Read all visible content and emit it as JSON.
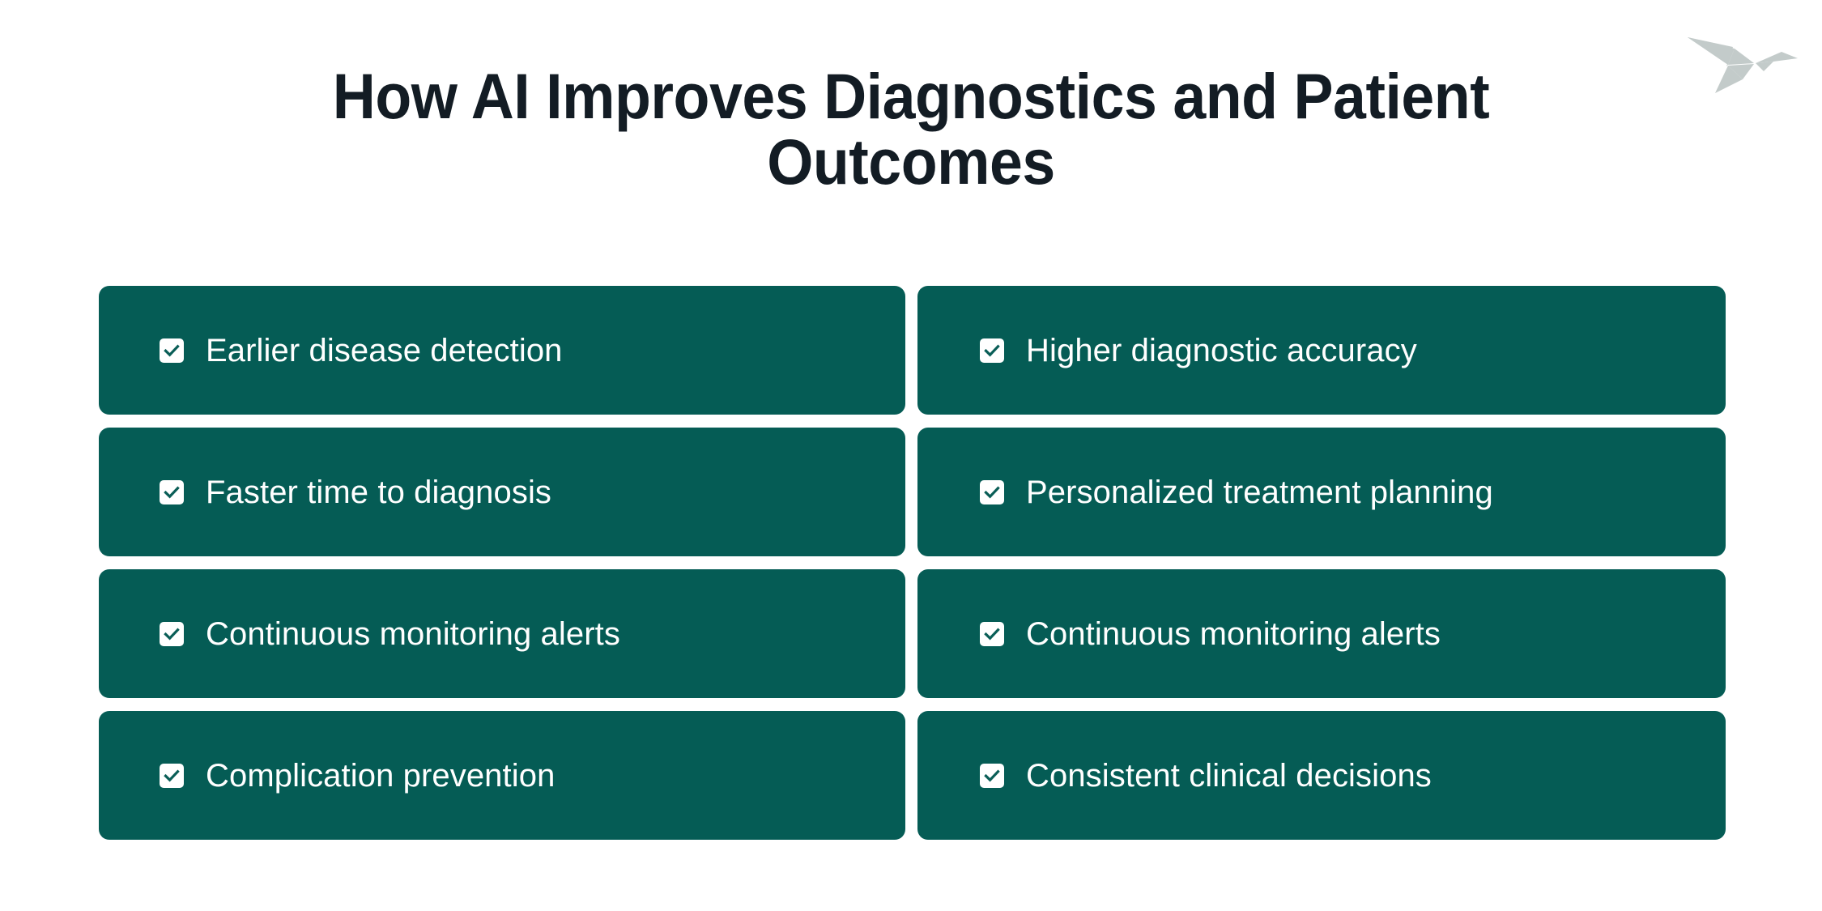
{
  "page": {
    "background_color": "#ffffff",
    "title": "How AI Improves Diagnostics and Patient\nOutcomes",
    "title_color": "#131c24"
  },
  "logo": {
    "name": "origami-bird-logo",
    "color": "#c3cbca"
  },
  "colors": {
    "card_background": "#055c55",
    "card_text": "#ffffff",
    "checkbox_background": "#ffffff",
    "checkmark": "#0a5e57"
  },
  "cards": [
    {
      "label": "Earlier disease detection",
      "checked": true,
      "column": "left"
    },
    {
      "label": "Higher diagnostic accuracy",
      "checked": true,
      "column": "right"
    },
    {
      "label": "Faster time to diagnosis",
      "checked": true,
      "column": "left"
    },
    {
      "label": "Personalized treatment planning",
      "checked": true,
      "column": "right"
    },
    {
      "label": "Continuous monitoring alerts",
      "checked": true,
      "column": "left"
    },
    {
      "label": "Continuous monitoring alerts",
      "checked": true,
      "column": "right"
    },
    {
      "label": "Complication prevention",
      "checked": true,
      "column": "left"
    },
    {
      "label": "Consistent clinical decisions",
      "checked": true,
      "column": "right"
    }
  ]
}
